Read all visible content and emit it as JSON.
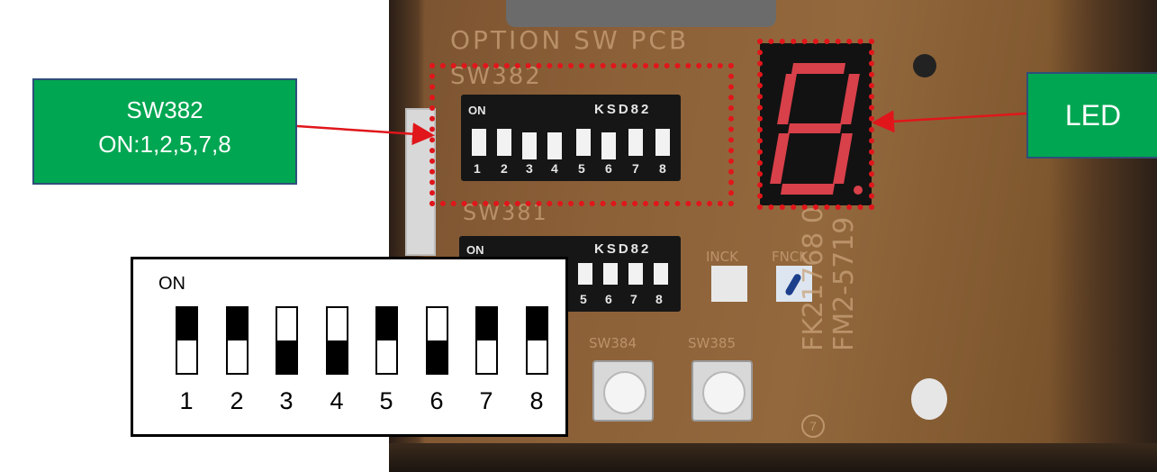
{
  "callouts": {
    "sw382_title": "SW382",
    "sw382_on": "ON:1,2,5,7,8",
    "led": "LED"
  },
  "inset": {
    "on_label": "ON",
    "switches": [
      {
        "number": "1",
        "state": "on"
      },
      {
        "number": "2",
        "state": "on"
      },
      {
        "number": "3",
        "state": "off"
      },
      {
        "number": "4",
        "state": "off"
      },
      {
        "number": "5",
        "state": "on"
      },
      {
        "number": "6",
        "state": "off"
      },
      {
        "number": "7",
        "state": "on"
      },
      {
        "number": "8",
        "state": "on"
      }
    ]
  },
  "pcb": {
    "board_title": "OPTION SW PCB",
    "sw382_silk": "SW382",
    "sw381_silk": "SW381",
    "dip_on": "ON",
    "dip_brand": "KSD82",
    "dip_numbers": [
      "1",
      "2",
      "3",
      "4",
      "5",
      "6",
      "7",
      "8"
    ],
    "dip_bottom_numbers": [
      "5",
      "6",
      "7",
      "8"
    ],
    "inck": "INCK",
    "fnck": "FNCK",
    "sw384": "SW384",
    "sw385": "SW385",
    "part_line1": "FK21768 01",
    "part_line2": "FM2-5719",
    "circle_mark": "7"
  },
  "colors": {
    "callout_bg": "#00a651",
    "highlight": "#e0161b",
    "led_segment": "#d8404a"
  }
}
